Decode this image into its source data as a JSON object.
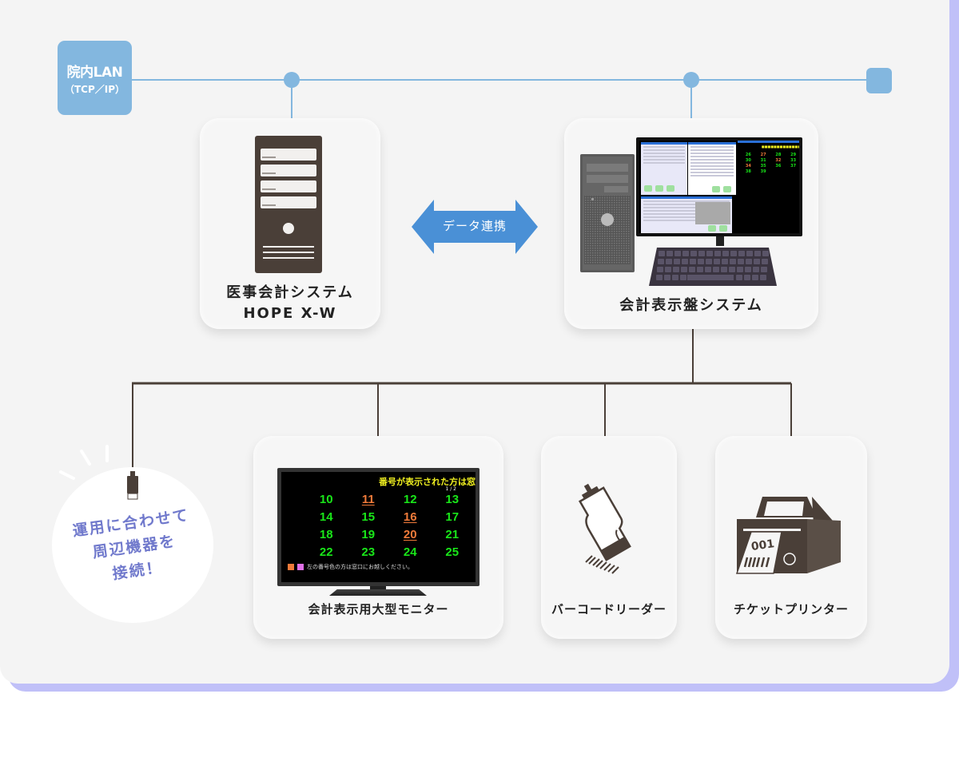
{
  "network": {
    "lan_title": "院内LAN",
    "lan_subtitle": "（TCP／IP）",
    "lan_color": "#83b7df",
    "wire_color": "#4a3f38",
    "background": "#f4f4f4",
    "shadow_color": "#c0c0f8"
  },
  "nodes": {
    "accounting_system": {
      "label_line1": "医事会計システム",
      "label_line2": "HOPE X-W",
      "icon": "server-tower-icon"
    },
    "display_system": {
      "label": "会計表示盤システム",
      "icon": "desktop-pc-icon"
    },
    "data_link": {
      "label": "データ連携",
      "icon": "double-arrow-icon",
      "color": "#4a90d6"
    }
  },
  "peripherals": [
    {
      "label": "会計表示用大型モニター",
      "icon": "tv-monitor-icon"
    },
    {
      "label": "バーコードリーダー",
      "icon": "barcode-reader-icon"
    },
    {
      "label": "チケットプリンター",
      "icon": "ticket-printer-icon"
    }
  ],
  "bubble": {
    "lines": [
      "運用に合わせて",
      "周辺機器を",
      "接続！"
    ],
    "color": "#7079cc",
    "icon": "usb-plug-icon"
  },
  "tv_screen": {
    "header": "番号が表示された方は窓",
    "page": "1 / 2",
    "numbers": [
      {
        "n": "10",
        "hl": false
      },
      {
        "n": "11",
        "hl": true
      },
      {
        "n": "12",
        "hl": false
      },
      {
        "n": "13",
        "hl": false
      },
      {
        "n": "14",
        "hl": false
      },
      {
        "n": "15",
        "hl": false
      },
      {
        "n": "16",
        "hl": true
      },
      {
        "n": "17",
        "hl": false
      },
      {
        "n": "18",
        "hl": false
      },
      {
        "n": "19",
        "hl": false
      },
      {
        "n": "20",
        "hl": true
      },
      {
        "n": "21",
        "hl": false
      },
      {
        "n": "22",
        "hl": false
      },
      {
        "n": "23",
        "hl": false
      },
      {
        "n": "24",
        "hl": false
      },
      {
        "n": "25",
        "hl": false
      }
    ],
    "footer": "左の番号色の方は窓口にお越しください。",
    "legend_colors": [
      "#f07a3a",
      "#e070e8"
    ],
    "number_color": "#19e619",
    "highlight_color": "#f07a3a",
    "header_color": "#f0f020"
  },
  "pc_screen": {
    "numbers": [
      {
        "n": "26",
        "hl": false
      },
      {
        "n": "27",
        "hl": true
      },
      {
        "n": "28",
        "hl": false
      },
      {
        "n": "29",
        "hl": false
      },
      {
        "n": "30",
        "hl": false
      },
      {
        "n": "31",
        "hl": false
      },
      {
        "n": "32",
        "hl": true
      },
      {
        "n": "33",
        "hl": false
      },
      {
        "n": "34",
        "hl": true
      },
      {
        "n": "35",
        "hl": false
      },
      {
        "n": "36",
        "hl": false
      },
      {
        "n": "37",
        "hl": false
      },
      {
        "n": "38",
        "hl": false
      },
      {
        "n": "39",
        "hl": false
      }
    ]
  },
  "ticket": {
    "number": "001"
  }
}
